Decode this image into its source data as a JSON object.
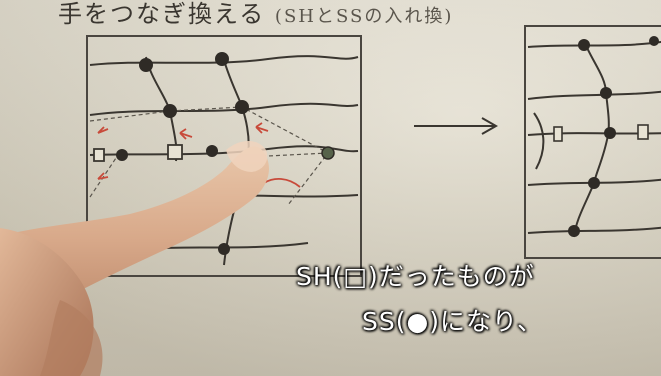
{
  "heading": {
    "title": "手をつなぎ換える",
    "note": "(SHとSSの入れ換)"
  },
  "subtitles": {
    "line1": "SH(□)だったものが",
    "line2": "SS(●)になり、"
  },
  "colors": {
    "ink": "#3a3630",
    "paper": "#dcd6c4",
    "subtitle_text": "#ffffff",
    "arrow_mark": "#c84a3a"
  },
  "icons": [
    "right-arrow-icon",
    "square-marker-icon",
    "dot-marker-icon",
    "pointing-finger"
  ]
}
